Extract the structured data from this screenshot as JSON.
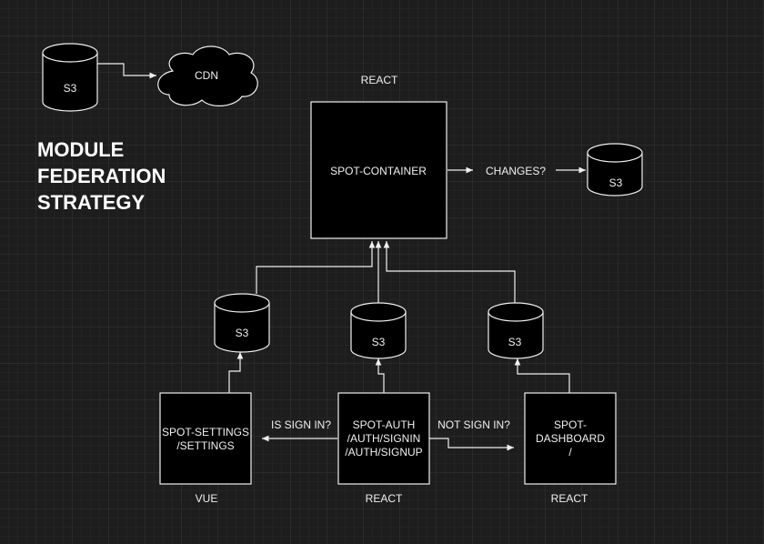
{
  "title": "MODULE\nFEDERATION\nSTRATEGY",
  "nodes": {
    "s3_top": "S3",
    "cdn": "CDN",
    "react_top": "REACT",
    "container": "SPOT-CONTAINER",
    "changes": "CHANGES?",
    "s3_right": "S3",
    "s3_left": "S3",
    "s3_mid": "S3",
    "s3_dash": "S3",
    "settings": [
      "SPOT-SETTINGS",
      "/SETTINGS"
    ],
    "auth": [
      "SPOT-AUTH",
      "/AUTH/SIGNIN",
      "/AUTH/SIGNUP"
    ],
    "dashboard": [
      "SPOT-",
      "DASHBOARD",
      "/"
    ],
    "is_sign_in": "IS SIGN IN?",
    "not_sign_in": "NOT SIGN IN?",
    "vue": "VUE",
    "react_auth": "REACT",
    "react_dash": "REACT"
  },
  "colors": {
    "stroke": "#f0f0f0",
    "box_fill": "#000000",
    "text": "#f0f0f0"
  }
}
